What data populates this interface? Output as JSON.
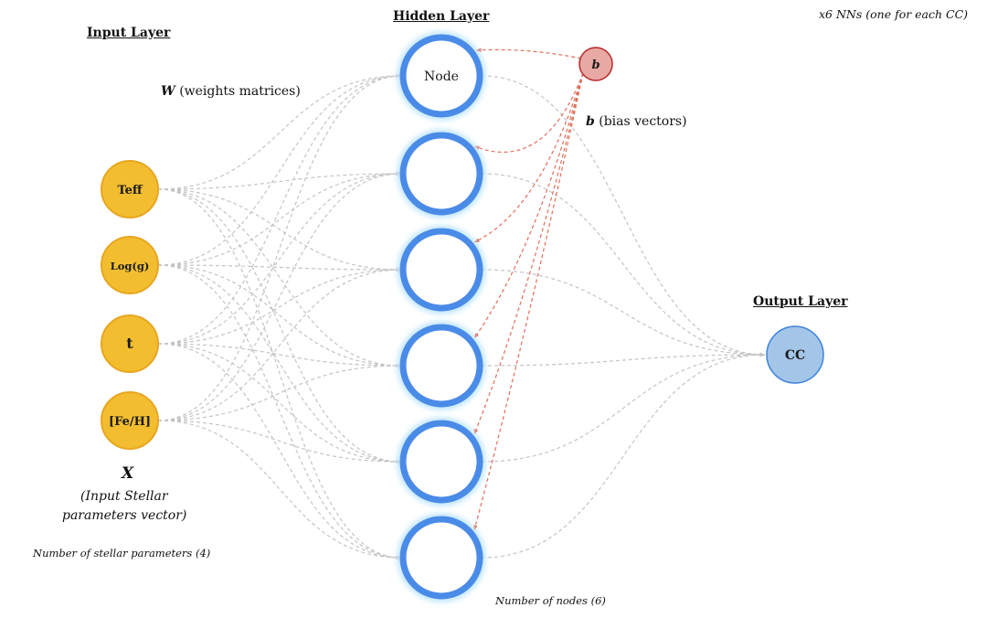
{
  "labels": {
    "input_layer": "Input Layer",
    "hidden_layer": "Hidden Layer",
    "output_layer": "Output Layer",
    "top_right_note": "x6 NNs (one for each CC)",
    "weights_symbol": "W",
    "weights_text": "(weights matrices)",
    "bias_symbol": "b",
    "bias_text": "(bias vectors)",
    "x_symbol": "X",
    "x_desc_line1": "(Input Stellar",
    "x_desc_line2": "parameters vector)",
    "num_params": "Number of stellar parameters (4)",
    "num_nodes": "Number of nodes (6)"
  },
  "input_nodes": [
    "Teff",
    "Log(g)",
    "t",
    "[Fe/H]"
  ],
  "hidden_nodes": [
    "Node",
    "",
    "",
    "",
    "",
    ""
  ],
  "bias_node": "b",
  "output_node": "CC",
  "colors": {
    "input_fill": "#f2be30",
    "input_stroke": "#e9a520",
    "hidden_stroke": "#4a8be8",
    "hidden_glow": "#bfe6fb",
    "bias_fill": "#e8a8a4",
    "bias_stroke": "#b42a2a",
    "output_fill": "#a3c5e8",
    "output_stroke": "#3f83d9",
    "edge": "#c4c4c4",
    "bias_edge": "#e06f5c"
  }
}
